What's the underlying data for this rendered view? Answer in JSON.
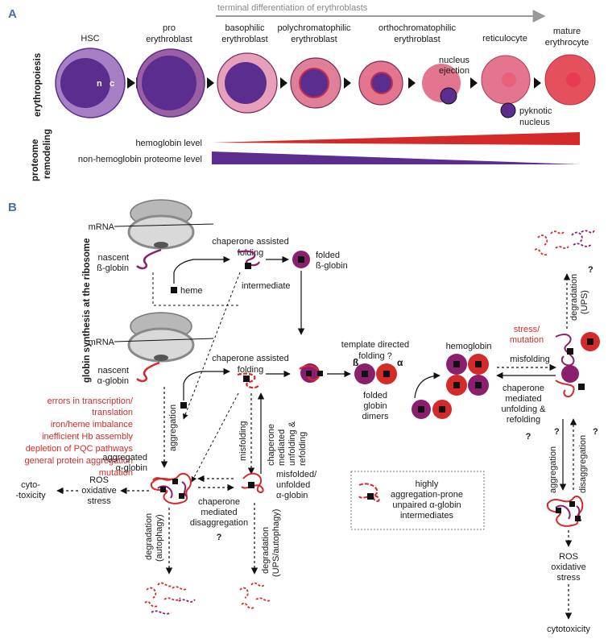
{
  "panels": {
    "a": "A",
    "b": "B"
  },
  "panel_a": {
    "differentiation_arrow": "terminal differentiation of erythroblasts",
    "row_label": "erythropoiesis",
    "cells": {
      "hsc": "HSC",
      "pro": [
        "pro",
        "erythroblast"
      ],
      "baso": [
        "basophilic",
        "erythroblast"
      ],
      "poly": [
        "polychromatophilic",
        "erythroblast"
      ],
      "ortho": [
        "orthochromatophilic",
        "erythroblast"
      ],
      "reti": "reticulocyte",
      "mature": [
        "mature",
        "erythrocyte"
      ]
    },
    "hsc_n": "n",
    "hsc_c": "c",
    "nucleus_ejection": [
      "nucleus",
      "ejection"
    ],
    "pyknotic": [
      "pyknotic",
      "nucleus"
    ],
    "proteome_label": [
      "proteome",
      "remodeling"
    ],
    "hemoglobin_level": "hemoglobin level",
    "non_hemoglobin_level": "non-hemoglobin proteome level"
  },
  "panel_b": {
    "side_label": "globin synthesis at the ribosome",
    "mrna_top": "mRNA",
    "mrna_bottom": "mRNA",
    "nascent_beta": [
      "nascent",
      "ß-globin"
    ],
    "nascent_alpha": [
      "nascent",
      "α-globin"
    ],
    "heme": "heme",
    "chaperone_folding_top": [
      "chaperone assisted",
      "folding"
    ],
    "intermediate": "intermediate",
    "folded_beta": [
      "folded",
      "ß-globin"
    ],
    "chaperone_folding_mid": [
      "chaperone assisted",
      "folding"
    ],
    "template_folding": "template directed",
    "template_folding_2": "folding ?",
    "beta_symbol": "ß",
    "alpha_symbol": "α",
    "folded_dimers": [
      "folded",
      "globin",
      "dimers"
    ],
    "hemoglobin": "hemoglobin",
    "stress": [
      "stress/",
      "mutation"
    ],
    "misfolding_right": "misfolding",
    "chaperone_refolding_right": [
      "chaperone",
      "mediated",
      "unfolding &",
      "refolding"
    ],
    "q_mark": "?",
    "degradation_ups": [
      "degradation",
      "(UPS)"
    ],
    "errors_list": [
      "errors in transcription/",
      "translation",
      "iron/heme imbalance",
      "inefficient Hb assembly",
      "depletion of PQC pathways",
      "general protein aggregation",
      "mutation"
    ],
    "aggregation_left": "aggregation",
    "misfolding_mid": "misfolding",
    "chaperone_refolding_mid": [
      "chaperone",
      "mediated",
      "unfolding &",
      "refolding"
    ],
    "aggregated_alpha": [
      "aggregated",
      "α-globin"
    ],
    "ros_left": [
      "ROS",
      "oxidative",
      "stress"
    ],
    "cytotoxicity_left": [
      "cyto-",
      "-toxicity"
    ],
    "chaperone_disaggregation": [
      "chaperone",
      "mediated",
      "disaggregation"
    ],
    "misfolded_alpha": [
      "misfolded/",
      "unfolded",
      "α-globin"
    ],
    "degradation_autophagy": [
      "degradation",
      "(autophagy)"
    ],
    "degradation_ups_autophagy": [
      "degradation",
      "(UPS/autophagy)"
    ],
    "legend": [
      "highly",
      "aggregation-prone",
      "unpaired α-globin",
      "intermediates"
    ],
    "aggregation_right": "aggregation",
    "disaggregation_right": "disaggregation",
    "ros_right": [
      "ROS",
      "oxidative",
      "stress"
    ],
    "cytotoxicity_right": "cytotoxicity"
  },
  "colors": {
    "panel_letter": "#4a6fa5",
    "hemoglobin_wedge": "#d42a2a",
    "non_hemoglobin_wedge": "#5b2d8e",
    "alpha_globin": "#d42a2a",
    "beta_globin": "#8a1f6e",
    "error_text": "#d42a2a"
  }
}
